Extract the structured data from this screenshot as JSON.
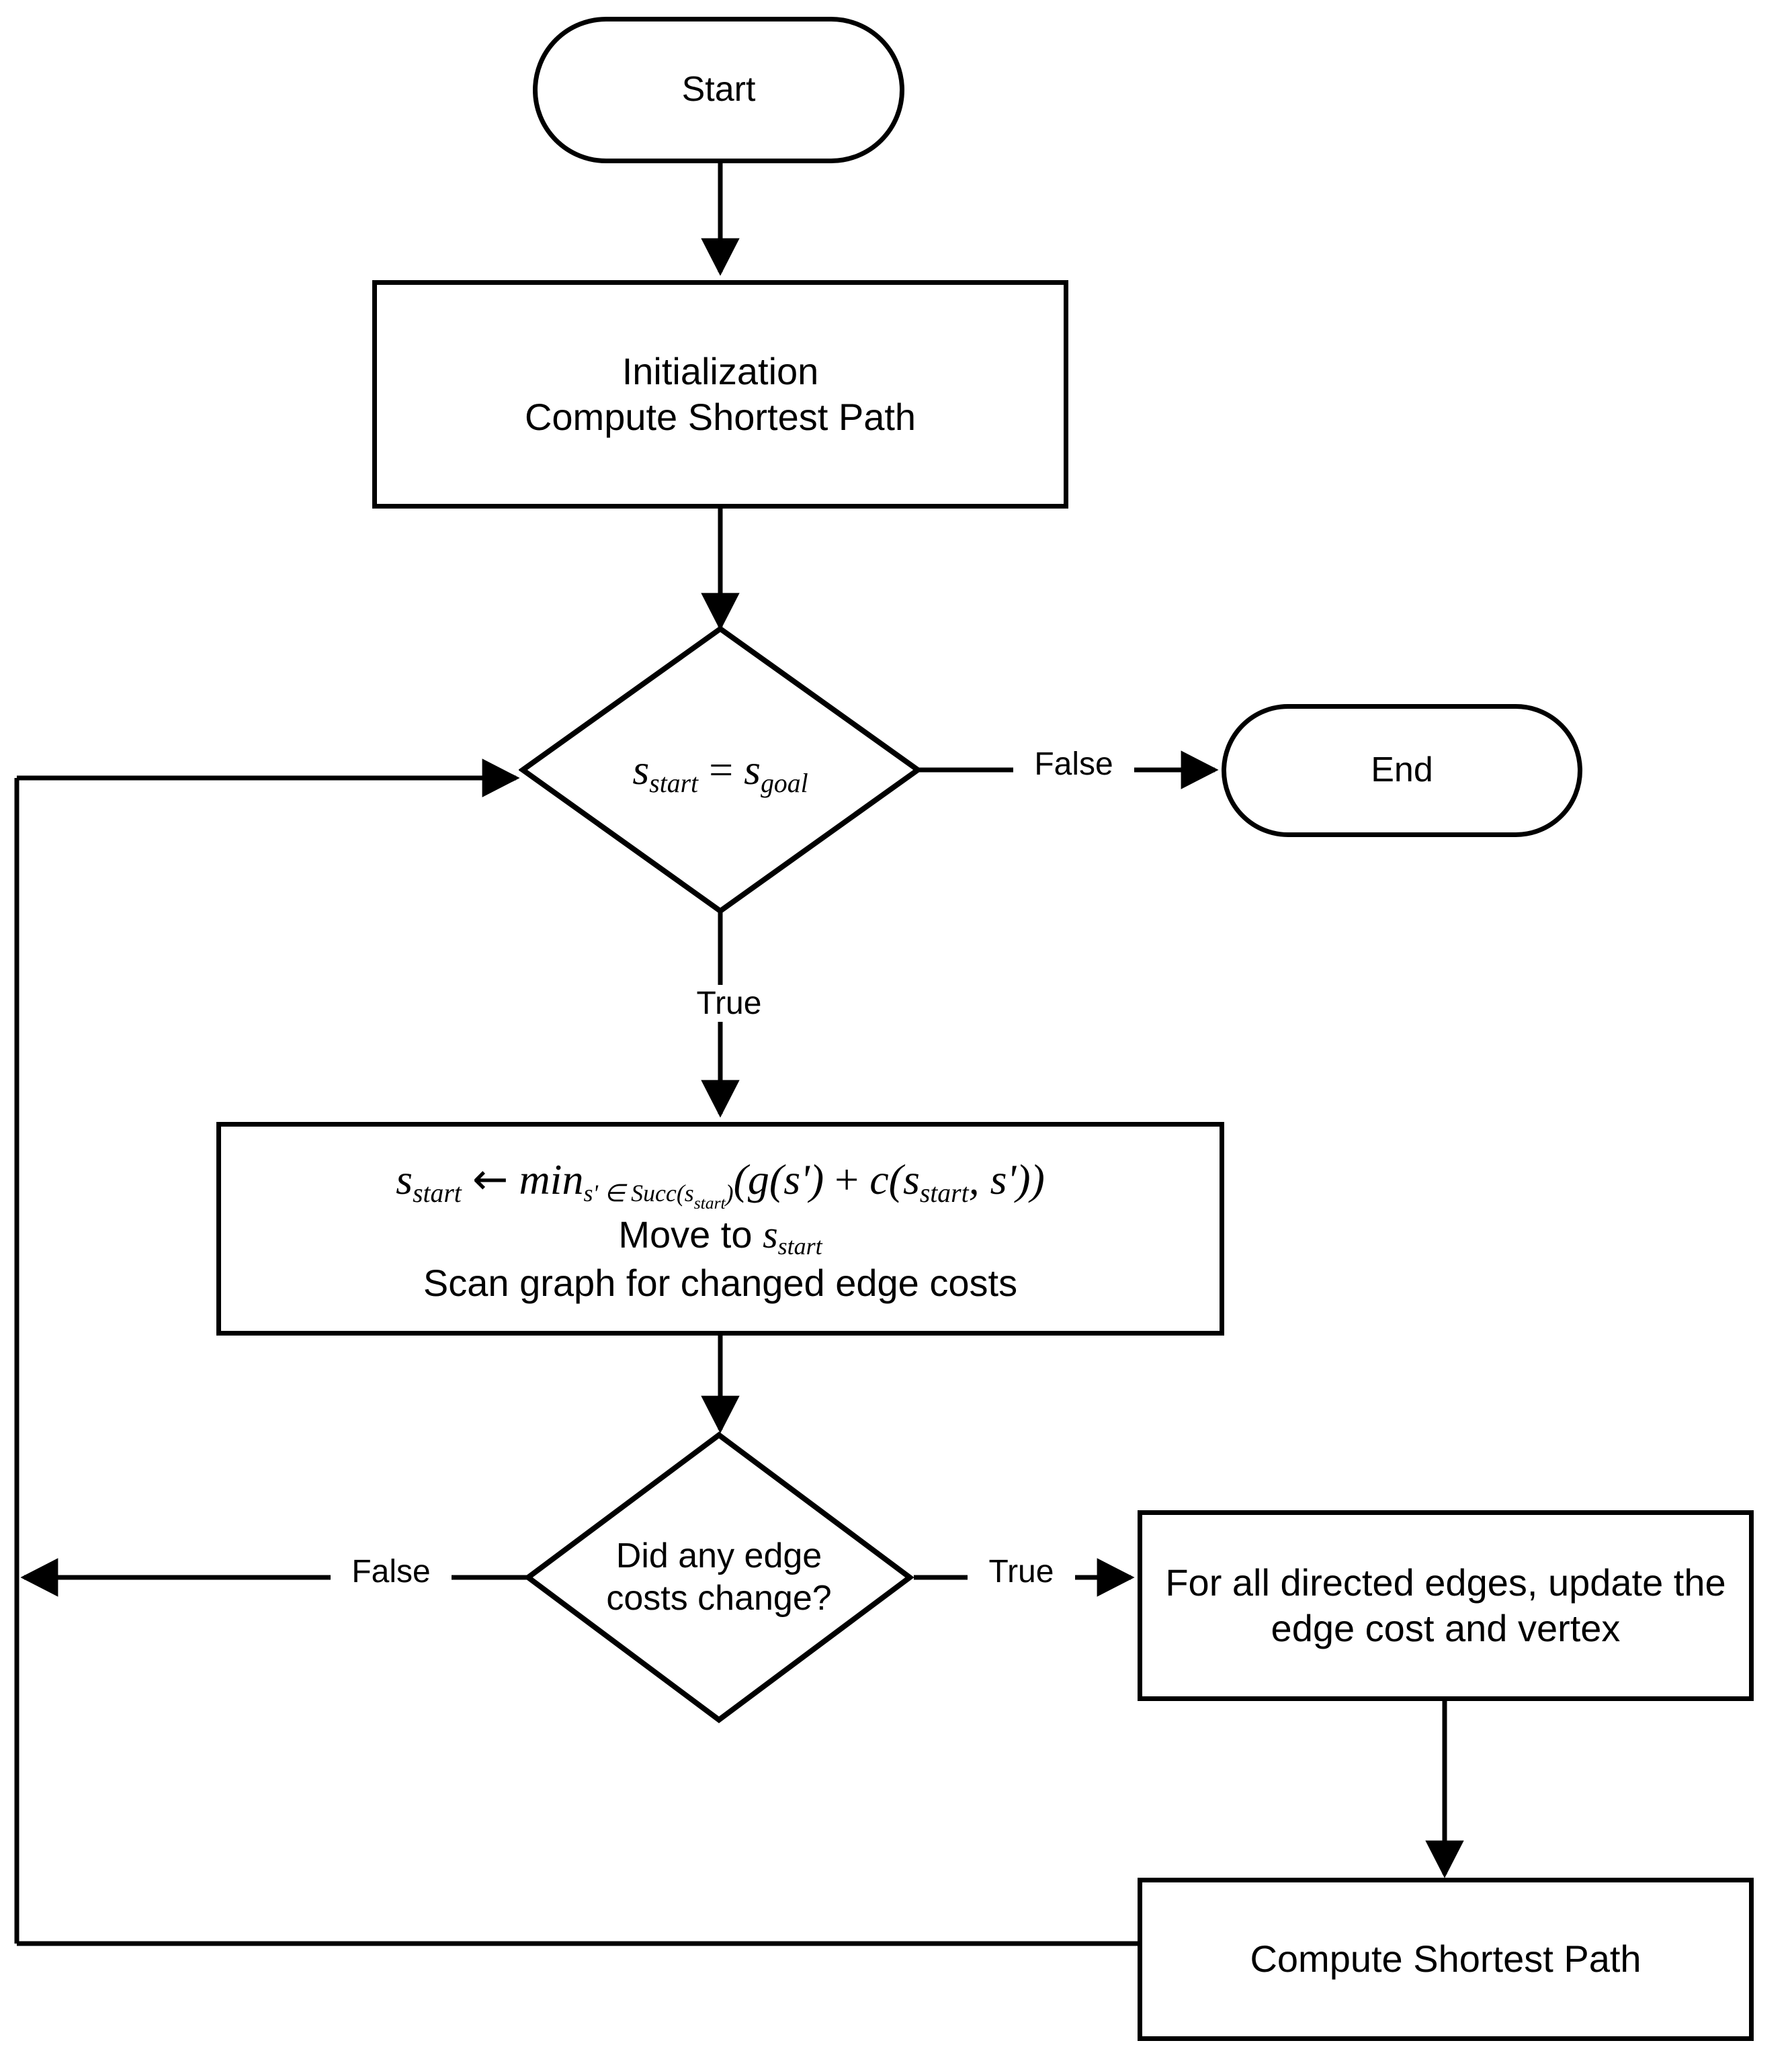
{
  "diagram": {
    "title": "D* Lite replanning algorithm flowchart",
    "type": "flowchart",
    "background_color": "#ffffff",
    "line_color": "#000000",
    "text_color": "#000000"
  },
  "nodes": {
    "start": {
      "label": "Start",
      "shape": "terminator"
    },
    "initialization": {
      "line1": "Initialization",
      "line2": "Compute Shortest Path",
      "shape": "process"
    },
    "decision_goal": {
      "shape": "decision",
      "expr_lhs_var": "s",
      "expr_lhs_sub": "start",
      "expr_operator": "=",
      "expr_rhs_var": "s",
      "expr_rhs_sub": "goal",
      "plain_text": "s_start = s_goal"
    },
    "end": {
      "label": "End",
      "shape": "terminator"
    },
    "move_step": {
      "shape": "process",
      "formula_plain": "s_start ← min_{s' ∈ Succ(s_start)}(g(s') + c(s_start, s'))",
      "formula_parts": {
        "lhs_var": "s",
        "lhs_sub": "start",
        "arrow": "←",
        "min": "min",
        "min_sub": "s' ∈ Succ(s",
        "min_sub_sub": "start",
        "min_sub_close": ")",
        "body_open": "(",
        "g": "g(s')",
        "plus": "+",
        "c_open": "c(s",
        "c_sub": "start",
        "c_mid": ", s')",
        "body_close": ")"
      },
      "line2_prefix": "Move to ",
      "line2_var": "s",
      "line2_sub": "start",
      "line3": "Scan graph for changed edge costs"
    },
    "decision_edges": {
      "shape": "decision",
      "line1": "Did any edge",
      "line2": "costs change?",
      "plain_text": "Did any edge costs change?"
    },
    "update_edges": {
      "shape": "process",
      "line1": "For all directed edges, update the",
      "line2": "edge cost and vertex",
      "plain_text": "For all directed edges, update the edge cost and vertex"
    },
    "compute_shortest_path": {
      "shape": "process",
      "label": "Compute Shortest Path"
    }
  },
  "edge_labels": {
    "goal_false": "False",
    "goal_true": "True",
    "edges_false": "False",
    "edges_true": "True"
  },
  "connections": [
    {
      "from": "start",
      "to": "initialization",
      "label": ""
    },
    {
      "from": "initialization",
      "to": "decision_goal",
      "label": ""
    },
    {
      "from": "decision_goal",
      "to": "end",
      "label": "False"
    },
    {
      "from": "decision_goal",
      "to": "move_step",
      "label": "True"
    },
    {
      "from": "move_step",
      "to": "decision_edges",
      "label": ""
    },
    {
      "from": "decision_edges",
      "to": "decision_goal",
      "label": "False"
    },
    {
      "from": "decision_edges",
      "to": "update_edges",
      "label": "True"
    },
    {
      "from": "update_edges",
      "to": "compute_shortest_path",
      "label": ""
    },
    {
      "from": "compute_shortest_path",
      "to": "decision_goal",
      "label": ""
    }
  ]
}
